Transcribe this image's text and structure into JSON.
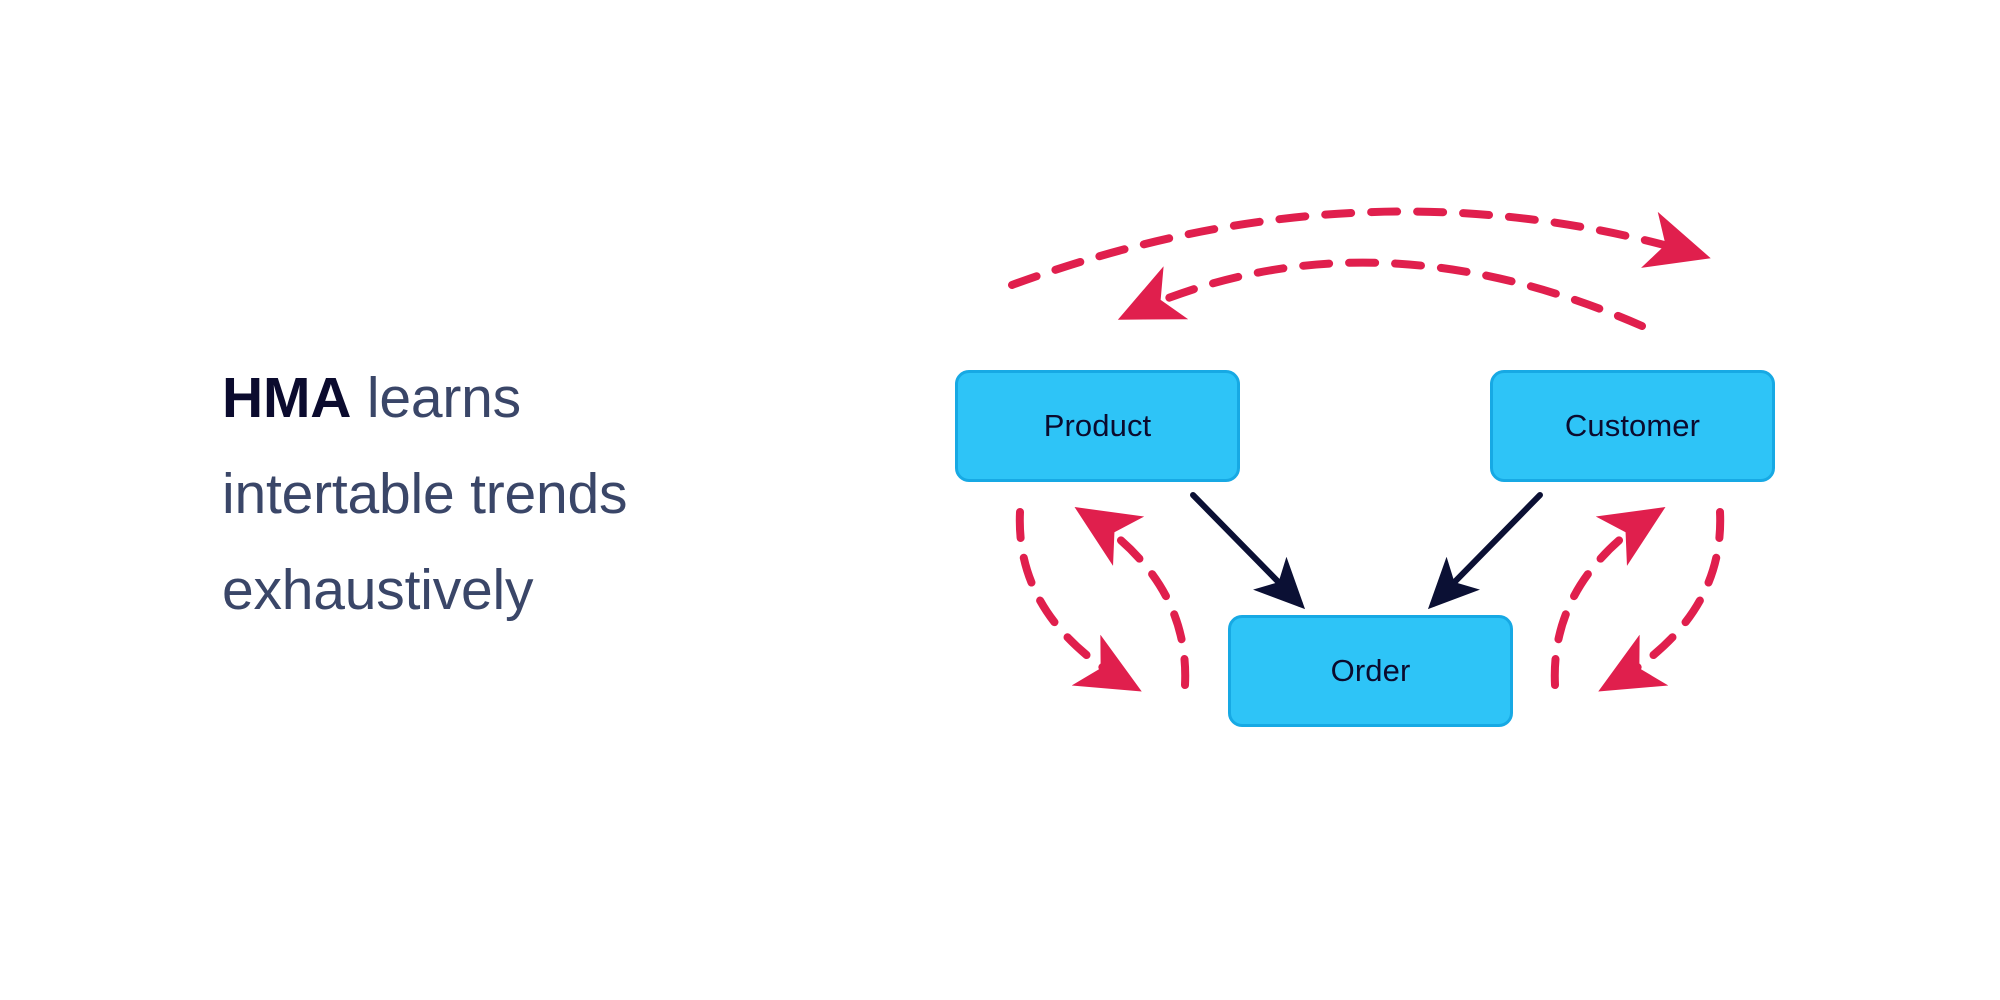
{
  "headline": {
    "strong": "HMA",
    "line1_rest": " learns",
    "line2": "intertable trends",
    "line3": "exhaustively"
  },
  "diagram": {
    "title": "table relationship graph",
    "nodes": [
      {
        "id": "product",
        "label": "Product"
      },
      {
        "id": "customer",
        "label": "Customer"
      },
      {
        "id": "order",
        "label": "Order"
      }
    ],
    "solid_edges": [
      {
        "from": "Product",
        "to": "Order"
      },
      {
        "from": "Customer",
        "to": "Order"
      }
    ],
    "dashed_edges": [
      {
        "from": "Product",
        "to": "Customer"
      },
      {
        "from": "Customer",
        "to": "Product"
      },
      {
        "from": "Product",
        "to": "Order"
      },
      {
        "from": "Order",
        "to": "Product"
      },
      {
        "from": "Order",
        "to": "Customer"
      },
      {
        "from": "Customer",
        "to": "Order"
      }
    ]
  },
  "colors": {
    "background": "#ffffff",
    "headline_strong": "#0b0b2e",
    "headline_body": "#3a4668",
    "node_fill": "#2ec4f7",
    "node_border": "#17a9e4",
    "node_text": "#0b0b2e",
    "solid_arrow": "#0b1034",
    "dashed_arrow": "#e01f4d"
  }
}
